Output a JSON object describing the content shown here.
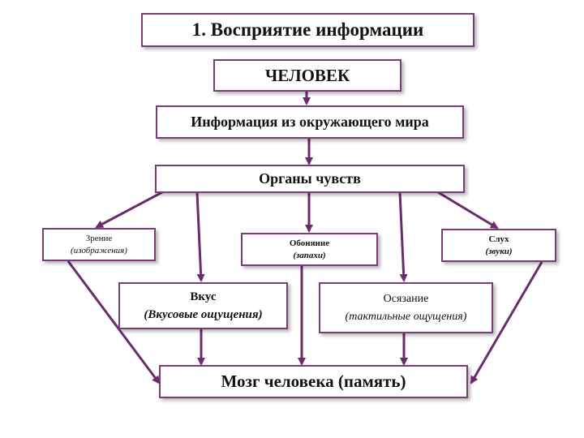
{
  "title": "1. Восприятие информации",
  "nodes": {
    "human": "ЧЕЛОВЕК",
    "world_info": "Информация из окружающего мира",
    "senses": "Органы чувств",
    "sight": {
      "name": "Зрение",
      "detail": "(изображения)"
    },
    "smell": {
      "name": "Обоняние",
      "detail": "(запахи)"
    },
    "hearing": {
      "name": "Слух",
      "detail": "(звуки)"
    },
    "taste": {
      "name": "Вкус",
      "detail": "(Вкусовые ощущения)"
    },
    "touch": {
      "name": "Осязание",
      "detail": "(тактильные ощущения)"
    },
    "brain": "Мозг человека (память)"
  },
  "colors": {
    "border": "#7a3b7a",
    "arrow": "#6b2c6b",
    "shadow": "#a0a0a0"
  }
}
